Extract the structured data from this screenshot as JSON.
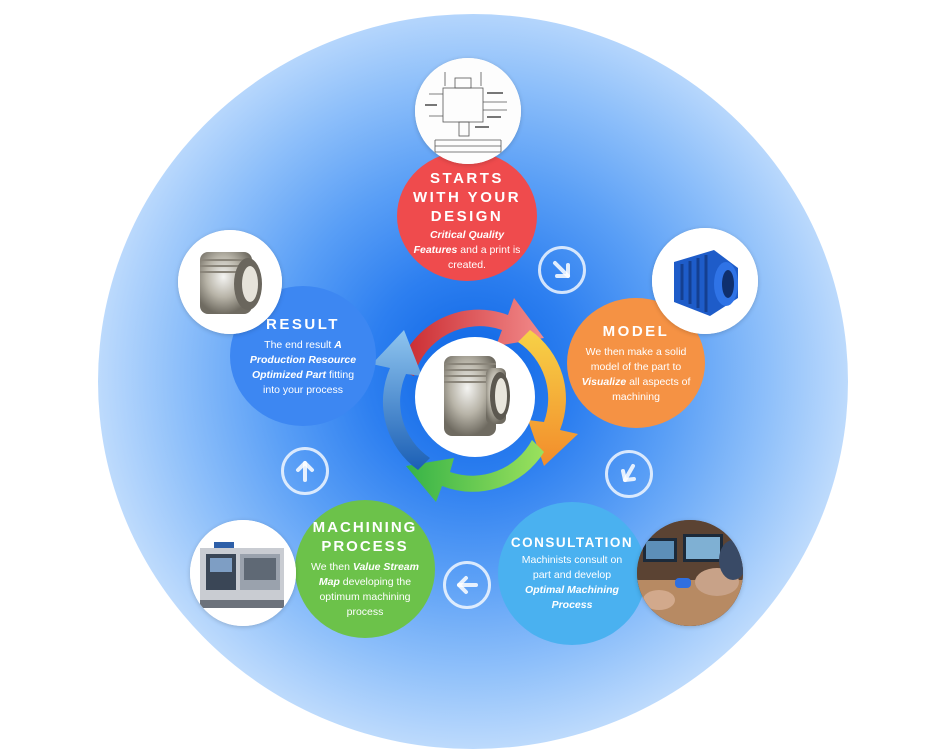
{
  "stages": {
    "design": {
      "title": "STARTS WITH YOUR DESIGN",
      "desc_em": "Critical Quality Features",
      "desc_after": " and a print is created.",
      "color": "#ef4b4d"
    },
    "model": {
      "title": "MODEL",
      "desc_before": "We then make a solid model of the part to ",
      "desc_em": "Visualize",
      "desc_after": " all aspects of machining",
      "color": "#f59244"
    },
    "consultation": {
      "title": "CONSULTATION",
      "desc_before": "Machinists consult on part and develop ",
      "desc_em": "Optimal Machining Process",
      "color": "#4ab1f0"
    },
    "machining": {
      "title": "MACHINING PROCESS",
      "desc_before": "We then ",
      "desc_em": "Value Stream Map",
      "desc_after": "  developing  the optimum machining process",
      "color": "#6cc24a"
    },
    "result": {
      "title": "RESULT",
      "desc_before": "The end result ",
      "desc_em": "A Production Resource Optimized Part",
      "desc_after": " fitting into your process",
      "color": "#3d87f2"
    }
  },
  "photos": {
    "design": "technical-drawing-image",
    "model": "blue-solid-model-image",
    "consultation": "machinists-meeting-image",
    "machining": "cnc-lathe-image",
    "result": "machined-part-image",
    "center": "machined-fitting-image"
  },
  "arrows": [
    "arrow-down-right-icon",
    "arrow-down-icon",
    "arrow-left-icon",
    "arrow-up-icon"
  ],
  "colors": {
    "halo": "#2d7ff0",
    "cycle_red": "#e8393c",
    "cycle_orange": "#f7a531",
    "cycle_green": "#5bc84a",
    "cycle_blue": "#2f7fd6"
  }
}
